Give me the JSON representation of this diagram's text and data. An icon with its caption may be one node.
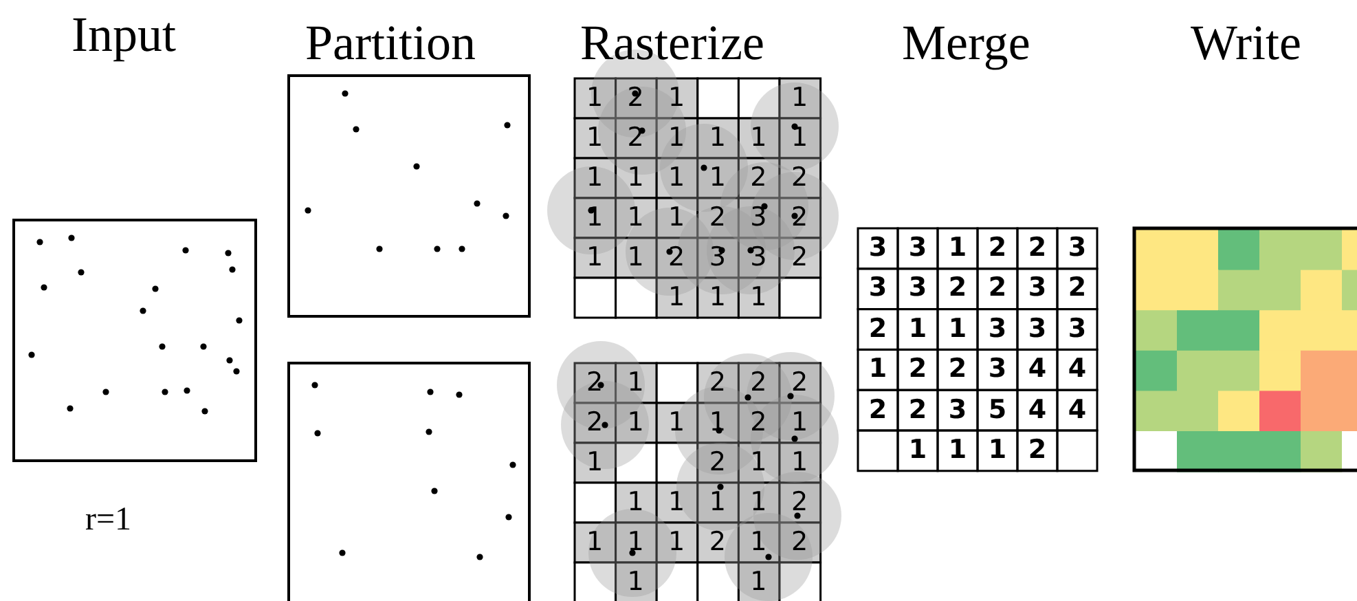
{
  "diagram": {
    "labels": [
      "Input",
      "Partition",
      "Rasterize",
      "Merge",
      "Write",
      "1",
      "2",
      "1",
      "1",
      "1",
      "2",
      "1",
      "1",
      "1",
      "1",
      "1",
      "1",
      "1",
      "1",
      "2",
      "2",
      "1",
      "1",
      "1",
      "2",
      "3",
      "2",
      "1",
      "1",
      "2",
      "3",
      "3",
      "2",
      "1",
      "1",
      "1",
      "3",
      "3",
      "1",
      "2",
      "2",
      "3",
      "3",
      "3",
      "2",
      "2",
      "3",
      "2",
      "2",
      "1",
      "1",
      "3",
      "3",
      "3",
      "1",
      "2",
      "2",
      "3",
      "4",
      "4",
      "2",
      "2",
      "3",
      "5",
      "4",
      "4",
      "1",
      "1",
      "1",
      "2",
      "r=1",
      "2",
      "1",
      "2",
      "2",
      "2",
      "2",
      "1",
      "1",
      "1",
      "2",
      "1",
      "1",
      "2",
      "1",
      "1",
      "1",
      "1",
      "1",
      "1",
      "2",
      "1",
      "1",
      "1",
      "2",
      "1",
      "2",
      "1",
      "1"
    ]
  }
}
